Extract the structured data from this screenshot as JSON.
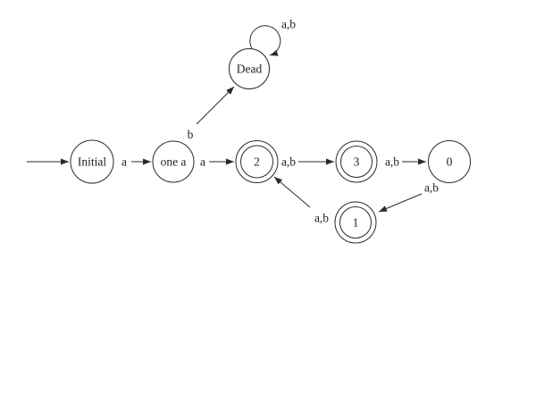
{
  "diagram": {
    "type": "finite-state-automaton",
    "states": [
      {
        "id": "Initial",
        "label": "Initial",
        "accepting": false
      },
      {
        "id": "one a",
        "label": "one a",
        "accepting": false
      },
      {
        "id": "Dead",
        "label": "Dead",
        "accepting": false
      },
      {
        "id": "2",
        "label": "2",
        "accepting": true
      },
      {
        "id": "3",
        "label": "3",
        "accepting": true
      },
      {
        "id": "0",
        "label": "0",
        "accepting": false
      },
      {
        "id": "1",
        "label": "1",
        "accepting": true
      }
    ],
    "transitions": [
      {
        "from": "start",
        "to": "Initial",
        "label": ""
      },
      {
        "from": "Initial",
        "to": "one a",
        "label": "a"
      },
      {
        "from": "one a",
        "to": "2",
        "label": "a"
      },
      {
        "from": "one a",
        "to": "Dead",
        "label": "b"
      },
      {
        "from": "Dead",
        "to": "Dead",
        "label": "a,b"
      },
      {
        "from": "2",
        "to": "3",
        "label": "a,b"
      },
      {
        "from": "3",
        "to": "0",
        "label": "a,b"
      },
      {
        "from": "0",
        "to": "1",
        "label": "a,b"
      },
      {
        "from": "1",
        "to": "2",
        "label": "a,b"
      }
    ],
    "colors": {
      "stroke": "#2b2b2b",
      "text": "#1f1f1f",
      "background": "#ffffff"
    }
  }
}
